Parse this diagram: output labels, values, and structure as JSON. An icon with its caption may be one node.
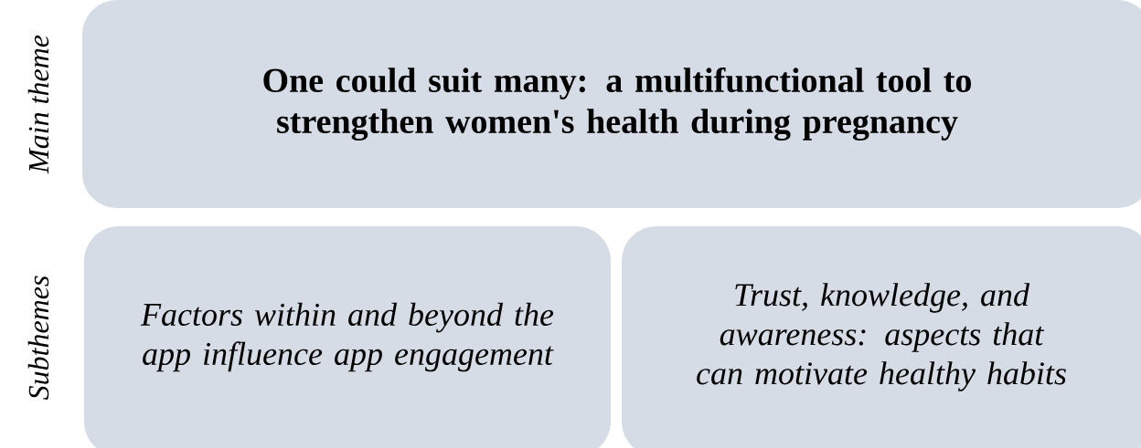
{
  "diagram": {
    "nodes": [
      {
        "text": [
          "One could suit many: a multifunctional tool to strengthen women's health during pregnancy"
        ]
      },
      {
        "text": [
          "Factors within and beyond the app influence app engagement"
        ]
      },
      {
        "text": [
          "Trust, knowledge, and awareness: aspects that can motivate healthy habits"
        ]
      }
    ],
    "labels": [
      "Main theme",
      "Subthemes"
    ]
  }
}
